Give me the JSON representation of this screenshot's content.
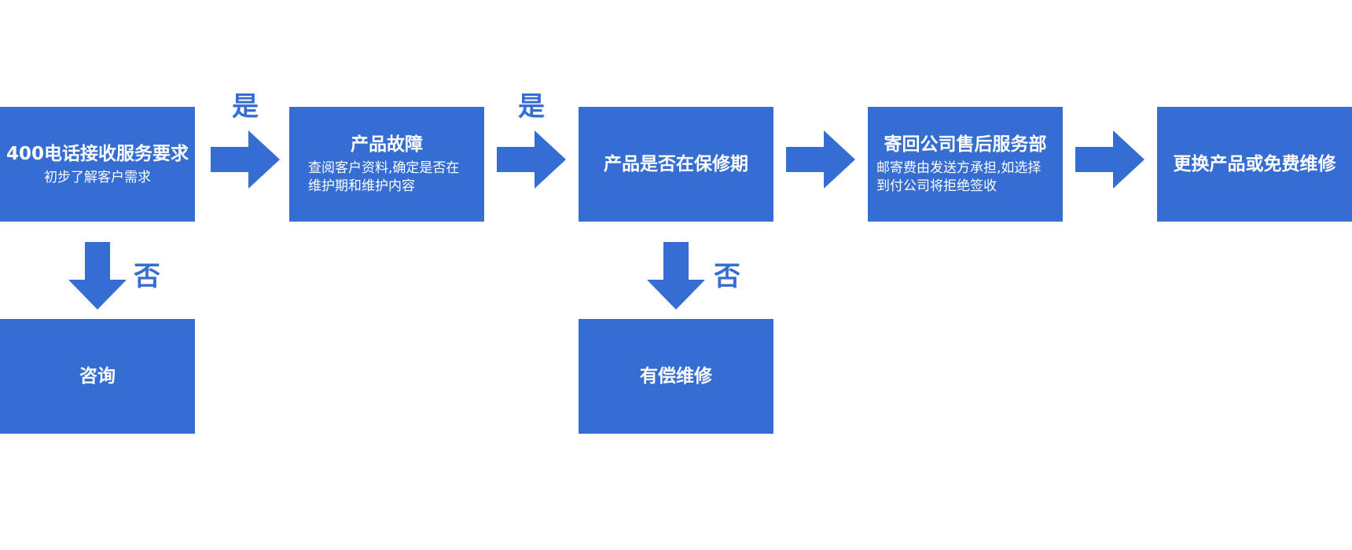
{
  "colors": {
    "box_fill": "#356dd2",
    "box_text": "#ffffff",
    "arrow_fill": "#356dd2",
    "label_text": "#356dd2"
  },
  "steps": [
    {
      "title": "400电话接收服务要求",
      "desc": "初步了解客户需求"
    },
    {
      "title": "产品故障",
      "desc": "查阅客户资料,确定是否在维护期和维护内容"
    },
    {
      "title": "产品是否在保修期",
      "desc": ""
    },
    {
      "title": "寄回公司售后服务部",
      "desc": "邮寄费由发送方承担,如选择到付公司将拒绝签收"
    },
    {
      "title": "更换产品或免费维修",
      "desc": ""
    }
  ],
  "branches": [
    {
      "title": "咨询"
    },
    {
      "title": "有偿维修"
    }
  ],
  "labels": {
    "yes_1": "是",
    "yes_2": "是",
    "no_1": "否",
    "no_2": "否"
  }
}
